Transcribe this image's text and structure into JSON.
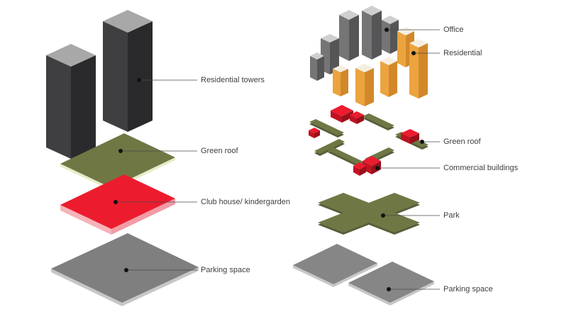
{
  "diagram": {
    "left": {
      "labels": [
        {
          "text": "Residential towers"
        },
        {
          "text": "Green roof"
        },
        {
          "text": "Club house/ kindergarden"
        },
        {
          "text": "Parking space"
        }
      ]
    },
    "right": {
      "labels": [
        {
          "text": "Office"
        },
        {
          "text": "Residential"
        },
        {
          "text": "Green roof"
        },
        {
          "text": "Commercial buildings"
        },
        {
          "text": "Park"
        },
        {
          "text": "Parking space"
        }
      ]
    },
    "palette": {
      "tower_dark": "#3f3f41",
      "green_roof": "#6f7845",
      "red": "#ec1c2e",
      "orange": "#eba43e",
      "gray_plane": "#7f7f7f",
      "label_color": "#3f3f3f"
    }
  }
}
